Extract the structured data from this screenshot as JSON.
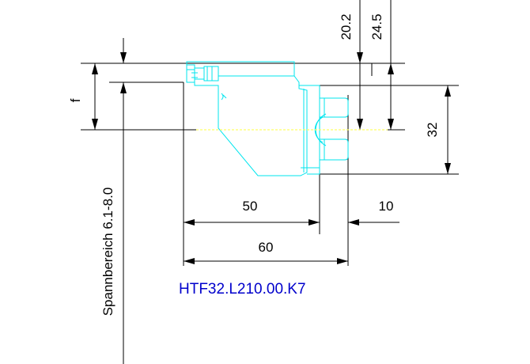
{
  "drawing": {
    "part_number": "HTF32.L210.00.K7",
    "clamping_range_label": "Spannbereich 6.1-8.0",
    "dimensions": {
      "f": "f",
      "d_20_2": "20.2",
      "d_24_5": "24.5",
      "d_32": "32",
      "d_50": "50",
      "d_10": "10",
      "d_60": "60"
    },
    "colors": {
      "dimension_lines": "#000000",
      "part_outline": "#00e5ee",
      "center_line": "#ffff66",
      "part_number_text": "#0000cc"
    }
  }
}
